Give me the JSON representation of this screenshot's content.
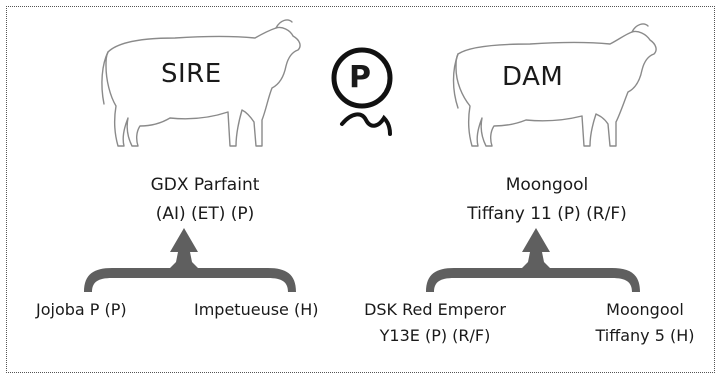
{
  "sire": {
    "label": "SIRE",
    "name_line1": "GDX Parfaint",
    "name_line2": "(AI) (ET) (P)",
    "parents": {
      "left": "Jojoba P (P)",
      "right": "Impetueuse (H)"
    }
  },
  "dam": {
    "label": "DAM",
    "name_line1": "Moongool",
    "name_line2": "Tiffany 11 (P) (R/F)",
    "parents": {
      "left_line1": "DSK Red Emperor",
      "left_line2": "Y13E (P) (R/F)",
      "right_line1": "Moongool",
      "right_line2": "Tiffany 5 (H)"
    }
  },
  "polled_symbol": "P",
  "icons": {
    "sire_animal": "bull-outline-icon",
    "dam_animal": "cow-outline-icon",
    "polled": "polled-p-icon"
  },
  "colors": {
    "bracket": "#5f5f5f",
    "outline": "#8a8a8a",
    "text": "#1a1a1a"
  }
}
